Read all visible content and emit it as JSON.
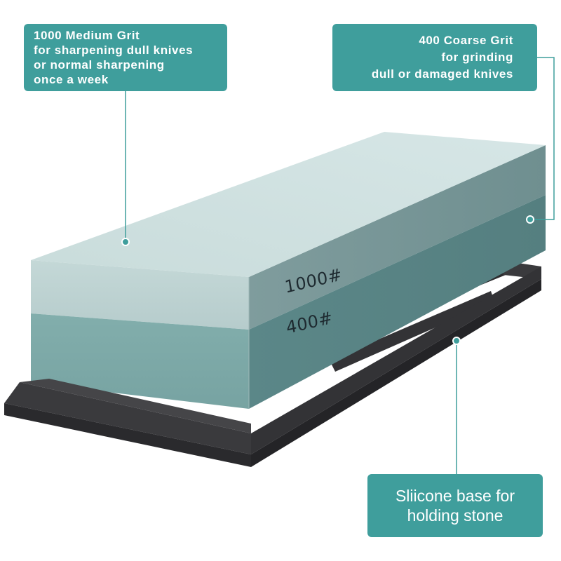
{
  "callouts": {
    "medium_grit": {
      "lines": [
        "1000 Medium Grit",
        "for sharpening dull knives",
        "or normal sharpening",
        "once a week"
      ]
    },
    "coarse_grit": {
      "lines": [
        "400 Coarse Grit",
        "for grinding",
        "dull or damaged knives"
      ]
    },
    "base": {
      "lines": [
        "Sliicone base for",
        "holding stone"
      ]
    }
  },
  "stone": {
    "top_label": "1000#",
    "bottom_label": "400#"
  },
  "colors": {
    "callout_bg": "#3f9e9c",
    "callout_text": "#ffffff",
    "stone_1000": "#c6dad9",
    "stone_400": "#7aa8a7",
    "base": "#2f2f32",
    "leader": "#3f9e9c"
  }
}
